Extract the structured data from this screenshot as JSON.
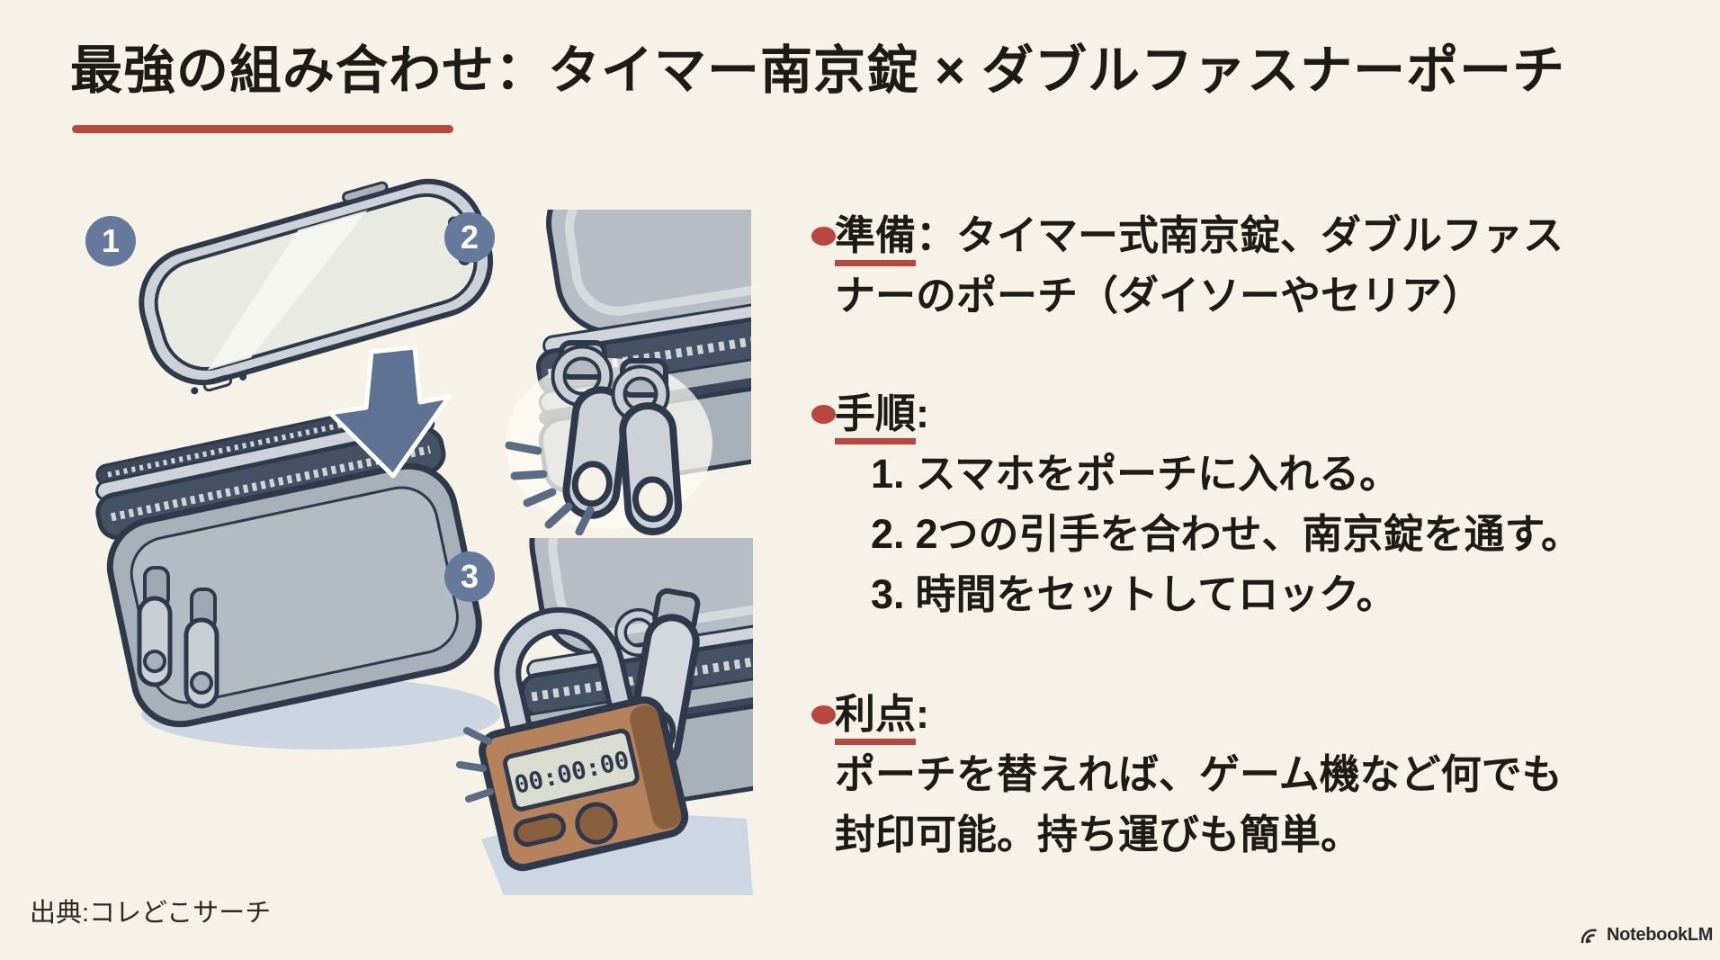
{
  "title": {
    "text": "最強の組み合わせ：タイマー南京錠 × ダブルファスナーポーチ"
  },
  "illustrations": [
    {
      "number": "1",
      "icon": "phone-into-pouch-illustration"
    },
    {
      "number": "2",
      "icon": "double-zipper-pulls-illustration"
    },
    {
      "number": "3",
      "icon": "timer-padlock-illustration"
    }
  ],
  "padlock": {
    "display": "00:00:00"
  },
  "sections": [
    {
      "keyword": "準備",
      "separator": "：",
      "body": "タイマー式南京錠、ダブルファスナーのポーチ（ダイソーやセリア）"
    },
    {
      "keyword": "手順",
      "separator": ":",
      "items": [
        {
          "num": "1.",
          "text": "スマホをポーチに入れる。"
        },
        {
          "num": "2.",
          "text": "2つの引手を合わせ、南京錠を通す。"
        },
        {
          "num": "3.",
          "text": "時間をセットしてロック。"
        }
      ]
    },
    {
      "keyword": "利点",
      "separator": ":",
      "body": "ポーチを替えれば、ゲーム機など何でも封印可能。持ち運びも簡単。"
    }
  ],
  "footer": {
    "source": "出典:コレどこサーチ",
    "brand": "NotebookLM"
  },
  "colors": {
    "background": "#f6f2e8",
    "accent_red": "#b9473f",
    "badge_blue": "#64799c",
    "text": "#1d1b16",
    "illustration_outline": "#2e3a4c",
    "padlock_brown": "#b5825b",
    "shadow_blue": "#ccd6e2"
  }
}
